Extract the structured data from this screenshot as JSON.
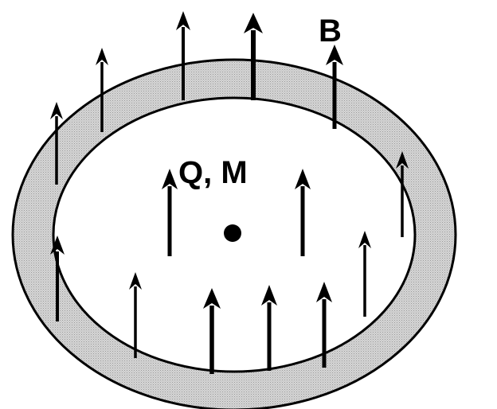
{
  "diagram": {
    "field_label": "B",
    "charge_label": "Q, M",
    "colors": {
      "ring_fill": "#d3d3d3",
      "ink": "#000000",
      "background": "#ffffff"
    },
    "icons": {
      "arrow": "up-arrow",
      "center": "dot"
    }
  }
}
